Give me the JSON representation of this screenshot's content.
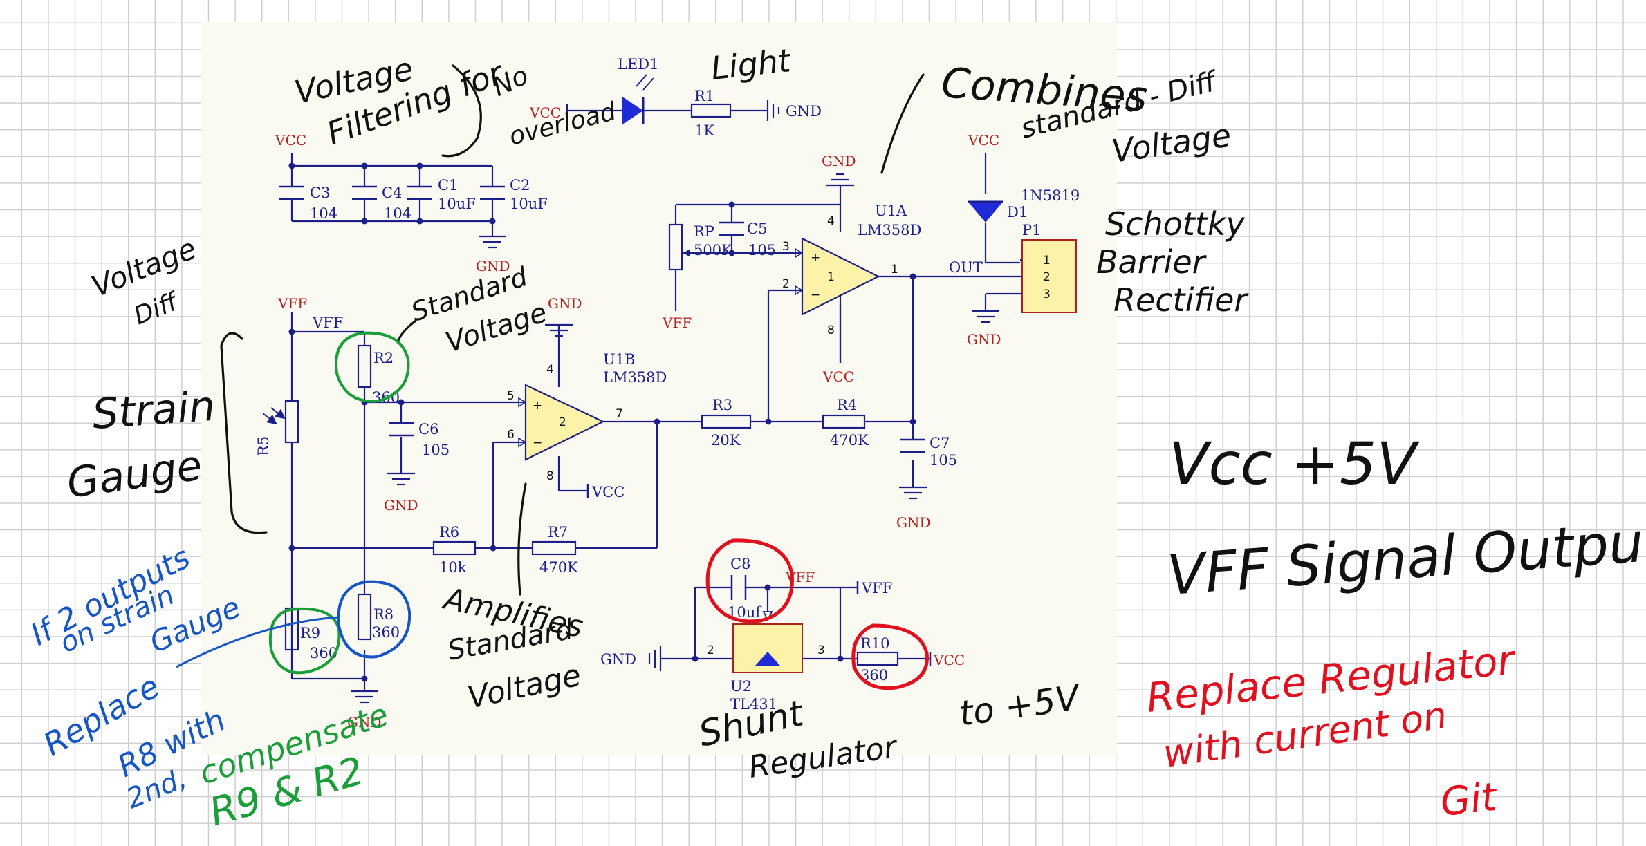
{
  "labels": {
    "vcc": "VCC",
    "gnd": "GND",
    "vff": "VFF",
    "led1": "LED1",
    "r1": "R1",
    "r1_val": "1K",
    "c3": "C3",
    "c3_val": "104",
    "c4": "C4",
    "c4_val": "104",
    "c1": "C1",
    "c1_val": "10uF",
    "c2": "C2",
    "c2_val": "10uF",
    "rp": "RP",
    "rp_val": "500K",
    "c5": "C5",
    "c5_val": "105",
    "u1a": "U1A",
    "u1a_part": "LM358D",
    "u1b": "U1B",
    "u1b_part": "LM358D",
    "d1": "D1",
    "d1_part": "1N5819",
    "p1": "P1",
    "out": "OUT",
    "r2": "R2",
    "r2_val": "360",
    "r5": "R5",
    "c6": "C6",
    "c6_val": "105",
    "r3": "R3",
    "r3_val": "20K",
    "r4": "R4",
    "r4_val": "470K",
    "c7": "C7",
    "c7_val": "105",
    "r6": "R6",
    "r6_val": "10k",
    "r7": "R7",
    "r7_val": "470K",
    "c8": "C8",
    "c8_val": "10uf",
    "r9": "R9",
    "r9_val": "360",
    "r8": "R8",
    "r8_val": "360",
    "u2": "U2",
    "u2_part": "TL431",
    "r10": "R10",
    "r10_val": "360",
    "pin_1": "1",
    "pin_2": "2",
    "pin_3": "3",
    "pin_4": "4",
    "pin_5": "5",
    "pin_6": "6",
    "pin_7": "7",
    "pin_8": "8",
    "plus": "+",
    "minus": "−"
  },
  "annotations": {
    "voltage_filtering": [
      "Voltage",
      "Filtering for"
    ],
    "no_overload": [
      "No",
      "overload"
    ],
    "light": "Light",
    "combines": [
      "Combines",
      "standard - Diff",
      "Voltage"
    ],
    "schottky": [
      "Schottky",
      "Barrier",
      "Rectifier"
    ],
    "voltage_diff": [
      "Voltage",
      "Diff"
    ],
    "strain_gauge": [
      "Strain",
      "Gauge"
    ],
    "standard_voltage": [
      "Standard",
      "Voltage"
    ],
    "amplifies": [
      "Amplifies",
      "Standard",
      "Voltage"
    ],
    "shunt_regulator": [
      "Shunt",
      "Regulator"
    ],
    "to_5v": "to +5V",
    "vcc_note": "Vcc +5V",
    "vff_note": "VFF Signal Output",
    "blue_note": [
      "If 2 outputs",
      "on strain",
      "Gauge",
      "Replace",
      "R8 with",
      "2nd,"
    ],
    "green_note": [
      "compensate",
      "R9 & R2"
    ],
    "red_note": [
      "Replace  Regulator",
      "with   current  on",
      "Git"
    ]
  },
  "colors": {
    "wire": "#1a1f8a",
    "power_label": "#b0201c",
    "component_fill": "#fdf3a8",
    "sheet": "#faf9f2",
    "ink_black": "#111111",
    "ink_blue": "#1556c4",
    "ink_green": "#1a9e3a",
    "ink_red": "#e0101e"
  }
}
